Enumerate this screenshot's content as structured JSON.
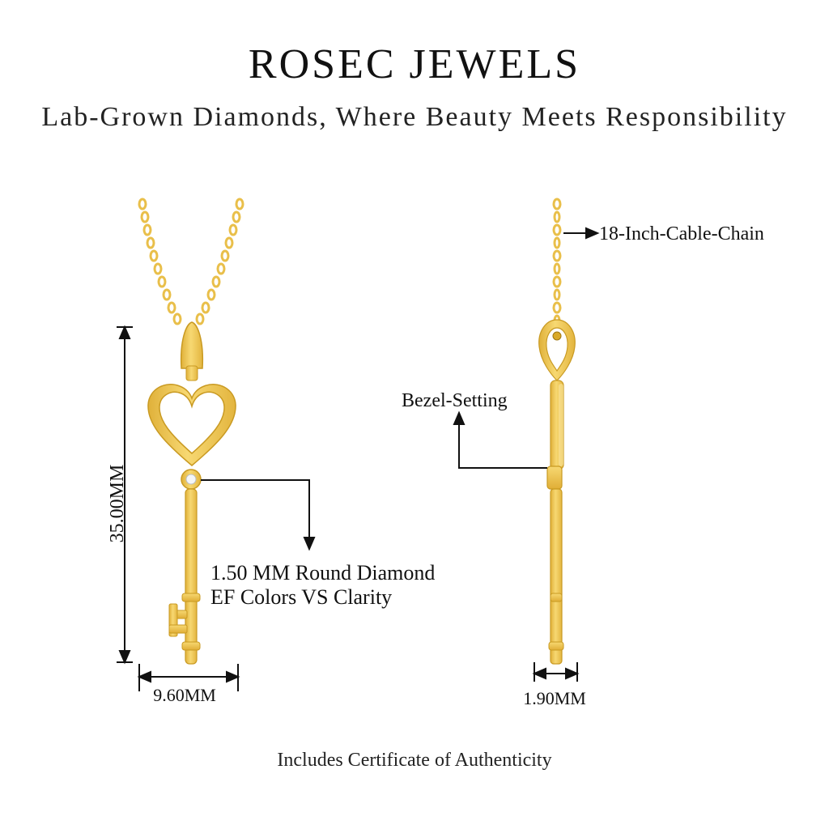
{
  "brand": {
    "title": "ROSEC JEWELS",
    "tagline": "Lab-Grown Diamonds, Where Beauty Meets Responsibility"
  },
  "product": {
    "metal_color": "#F2C94C",
    "metal_shadow": "#D9A929",
    "metal_highlight": "#FBE7A0"
  },
  "front_view": {
    "height_label": "35.00MM",
    "width_label": "9.60MM",
    "stone_label_line1": "1.50 MM Round Diamond",
    "stone_label_line2": "EF Colors VS Clarity"
  },
  "side_view": {
    "chain_label": "18-Inch-Cable-Chain",
    "setting_label": "Bezel-Setting",
    "depth_label": "1.90MM"
  },
  "footer": {
    "note": "Includes Certificate of Authenticity"
  }
}
